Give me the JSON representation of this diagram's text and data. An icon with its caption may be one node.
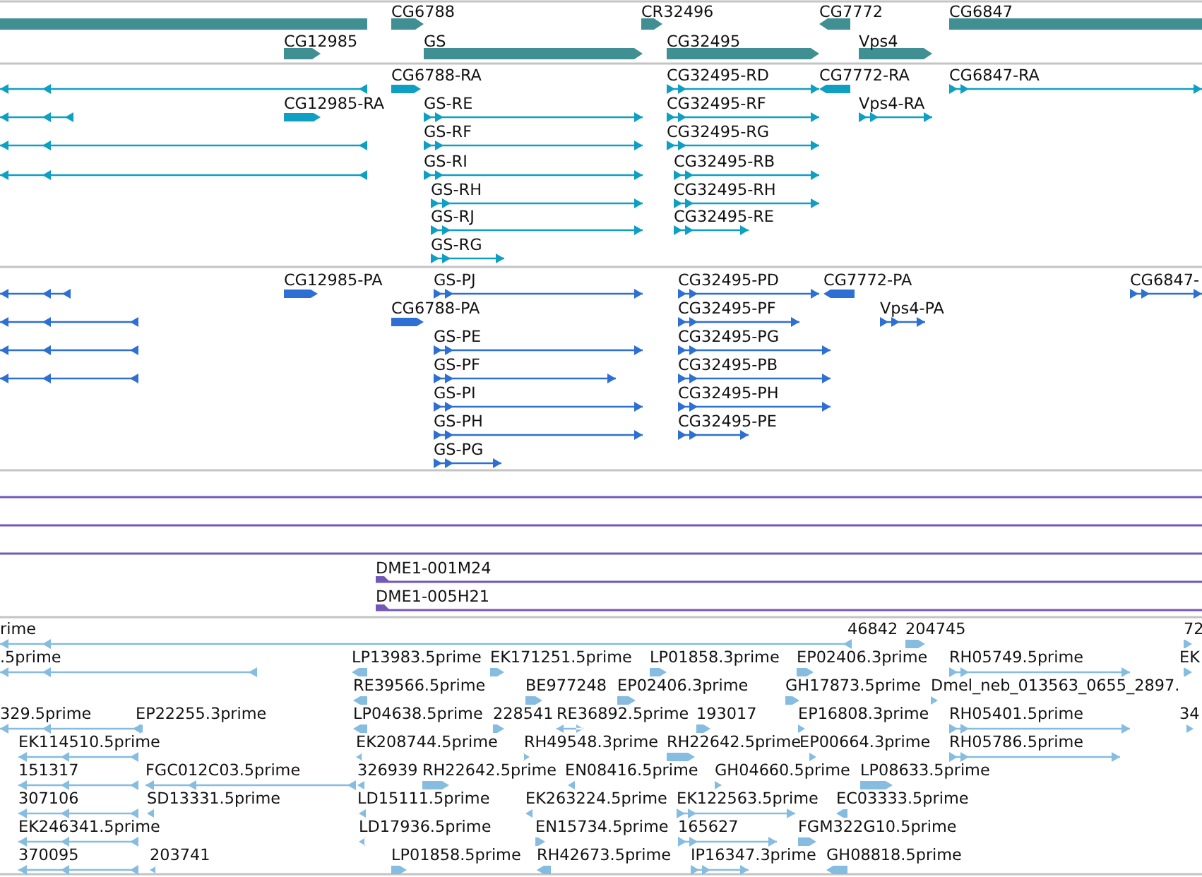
{
  "diagram": {
    "labels": [
      "CG6788",
      "CR32496",
      "CG7772",
      "CG6847",
      "CG12985",
      "GS",
      "CG32495",
      "Vps4",
      "CG6788-RA",
      "CG32495-RD",
      "CG7772-RA",
      "CG6847-RA",
      "CG12985-RA",
      "GS-RE",
      "CG32495-RF",
      "Vps4-RA",
      "GS-RF",
      "CG32495-RG",
      "GS-RI",
      "CG32495-RB",
      "GS-RH",
      "CG32495-RH",
      "GS-RJ",
      "CG32495-RE",
      "GS-RG",
      "CG12985-PA",
      "GS-PJ",
      "CG32495-PD",
      "CG7772-PA",
      "CG6847-",
      "CG6788-PA",
      "CG32495-PF",
      "Vps4-PA",
      "GS-PE",
      "CG32495-PG",
      "GS-PF",
      "CG32495-PB",
      "GS-PI",
      "CG32495-PH",
      "GS-PH",
      "CG32495-PE",
      "GS-PG",
      "DME1-001M24",
      "DME1-005H21",
      "rime",
      "46842",
      "204745",
      "72",
      ".5prime",
      "LP13983.5prime",
      "EK171251.5prime",
      "LP01858.3prime",
      "EP02406.3prime",
      "RH05749.5prime",
      "EK",
      "RE39566.5prime",
      "BE977248",
      "EP02406.3prime",
      "GH17873.5prime",
      "Dmel_neb_013563_0655_2897.",
      "329.5prime",
      "EP22255.3prime",
      "LP04638.5prime",
      "228541",
      "RE36892.5prime",
      "193017",
      "EP16808.3prime",
      "RH05401.5prime",
      "34",
      "EK114510.5prime",
      "EK208744.5prime",
      "RH49548.3prime",
      "RH22642.5prime",
      "EP00664.3prime",
      "RH05786.5prime",
      "151317",
      "FGC012C03.5prime",
      "326939",
      "RH22642.5prime",
      "EN08416.5prime",
      "GH04660.5prime",
      "LP08633.5prime",
      "307106",
      "SD13331.5prime",
      "LD15111.5prime",
      "EK263224.5prime",
      "EK122563.5prime",
      "EC03333.5prime",
      "EK246341.5prime",
      "LD17936.5prime",
      "EN15734.5prime",
      "165627",
      "FGM322G10.5prime",
      "370095",
      "203741",
      "LP01858.5prime",
      "RH42673.5prime",
      "IP16347.3prime",
      "GH08818.5prime"
    ]
  }
}
